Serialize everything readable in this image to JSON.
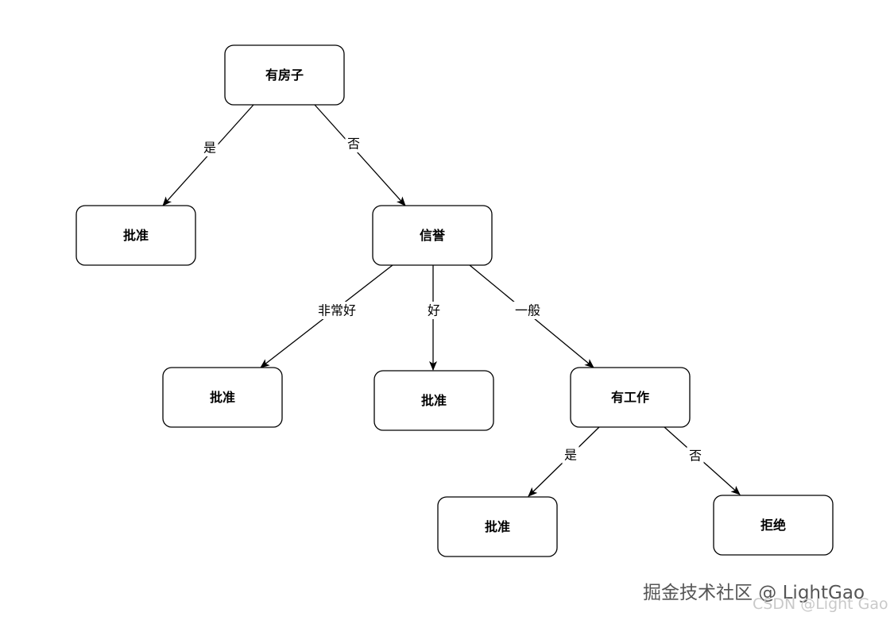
{
  "diagram": {
    "nodes": [
      {
        "id": "has_house",
        "label": "有房子"
      },
      {
        "id": "approve_1",
        "label": "批准"
      },
      {
        "id": "credit",
        "label": "信誉"
      },
      {
        "id": "approve_2",
        "label": "批准"
      },
      {
        "id": "approve_3",
        "label": "批准"
      },
      {
        "id": "has_job",
        "label": "有工作"
      },
      {
        "id": "approve_4",
        "label": "批准"
      },
      {
        "id": "reject",
        "label": "拒绝"
      }
    ],
    "edges": [
      {
        "from": "has_house",
        "to": "approve_1",
        "label": "是"
      },
      {
        "from": "has_house",
        "to": "credit",
        "label": "否"
      },
      {
        "from": "credit",
        "to": "approve_2",
        "label": "非常好"
      },
      {
        "from": "credit",
        "to": "approve_3",
        "label": "好"
      },
      {
        "from": "credit",
        "to": "has_job",
        "label": "一般"
      },
      {
        "from": "has_job",
        "to": "approve_4",
        "label": "是"
      },
      {
        "from": "has_job",
        "to": "reject",
        "label": "否"
      }
    ]
  },
  "watermarks": {
    "juejin": "掘金技术社区 @ LightGao",
    "csdn": "CSDN @Light Gao"
  }
}
